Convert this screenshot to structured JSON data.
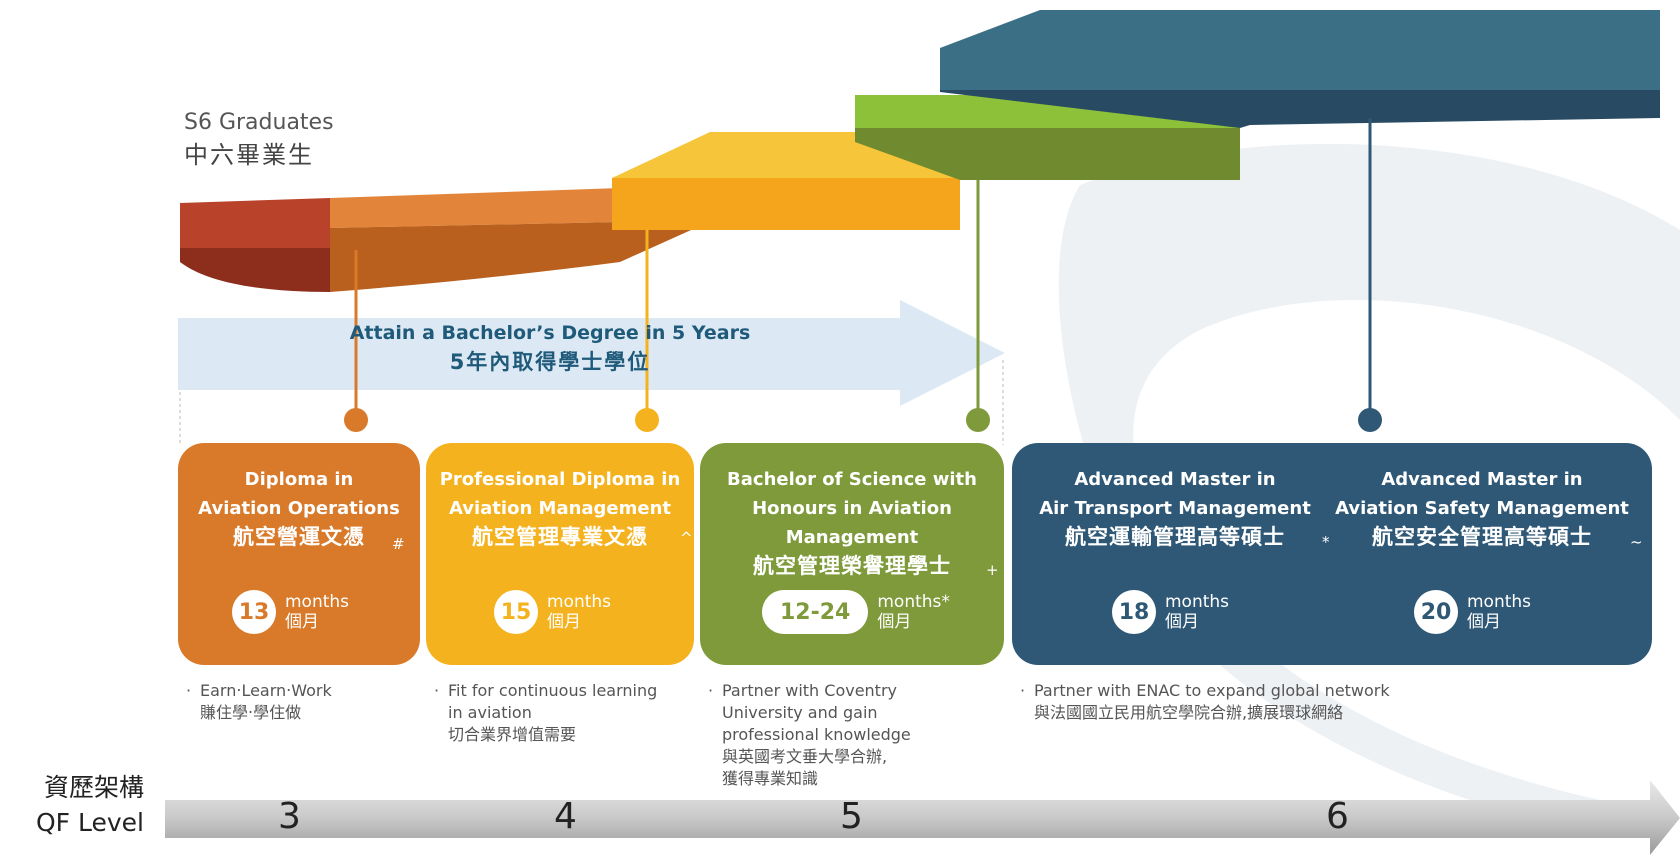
{
  "header": {
    "graduates_en": "S6 Graduates",
    "graduates_zh": "中六畢業生"
  },
  "pathway_arrow": {
    "line1": "Attain a Bachelor’s Degree in 5 Years",
    "line2": "5年內取得學士學位"
  },
  "colors": {
    "red": "#b8432a",
    "orange": "#d87a2a",
    "yellow": "#f4b21e",
    "green": "#7e9a3a",
    "navy": "#2f5876",
    "arrow_fill": "#dce9f4"
  },
  "programmes": [
    {
      "title_en": [
        "Diploma in",
        "Aviation Operations"
      ],
      "title_zh": "航空營運文憑",
      "mark": "#",
      "duration": "13",
      "unit_en": "months",
      "unit_zh": "個月",
      "notes": [
        "Earn‧Learn‧Work",
        "賺住學‧學住做"
      ]
    },
    {
      "title_en": [
        "Professional Diploma in",
        "Aviation Management"
      ],
      "title_zh": "航空管理專業文憑",
      "mark": "^",
      "duration": "15",
      "unit_en": "months",
      "unit_zh": "個月",
      "notes": [
        "Fit for continuous learning",
        "in aviation",
        "切合業界增值需要"
      ]
    },
    {
      "title_en": [
        "Bachelor of Science with",
        "Honours in Aviation",
        "Management"
      ],
      "title_zh": "航空管理榮譽理學士",
      "mark": "+",
      "duration": "12-24",
      "unit_en": "months*",
      "unit_zh": "個月",
      "notes": [
        "Partner with Coventry",
        "University and gain",
        "professional knowledge",
        "與英國考文垂大學合辦,",
        "獲得專業知識"
      ]
    },
    {
      "title_en": [
        "Advanced Master in",
        "Air Transport Management"
      ],
      "title_zh": "航空運輸管理高等碩士",
      "mark": "*",
      "duration": "18",
      "unit_en": "months",
      "unit_zh": "個月"
    },
    {
      "title_en": [
        "Advanced Master in",
        "Aviation Safety Management"
      ],
      "title_zh": "航空安全管理高等碩士",
      "mark": "~",
      "duration": "20",
      "unit_en": "months",
      "unit_zh": "個月"
    }
  ],
  "master_notes": [
    "Partner with ENAC to expand global network",
    "與法國國立民用航空學院合辦,擴展環球網絡"
  ],
  "qf": {
    "label_zh": "資歷架構",
    "label_en": "QF Level",
    "levels": [
      "3",
      "4",
      "5",
      "6"
    ]
  }
}
